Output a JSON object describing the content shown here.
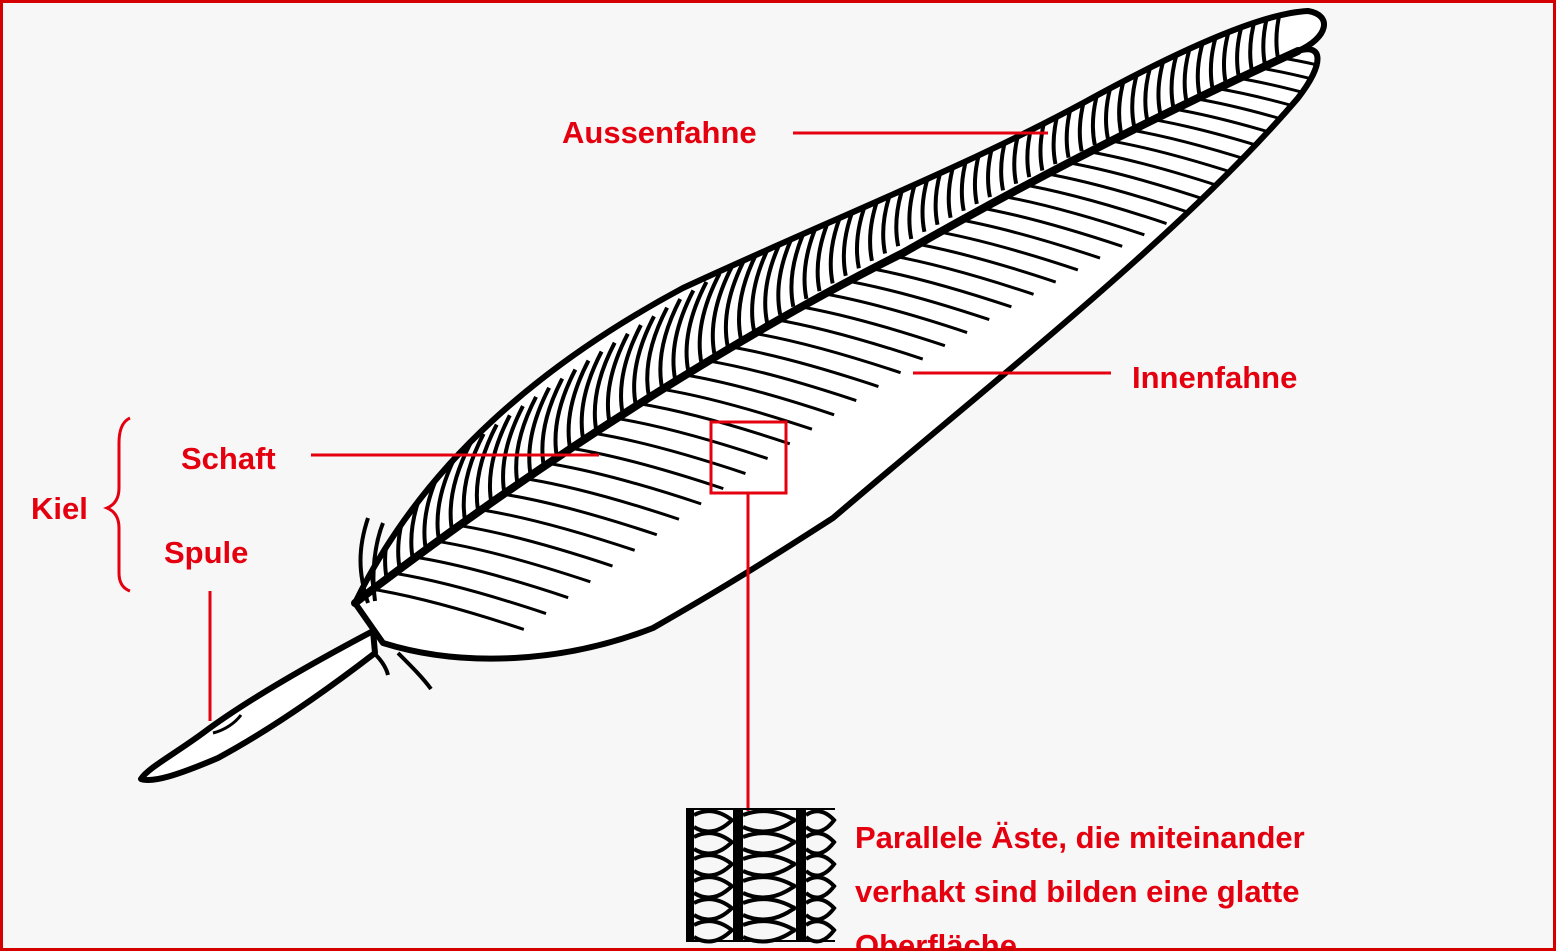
{
  "labels": {
    "outer_vane": "Aussenfahne",
    "inner_vane": "Innenfahne",
    "shaft": "Schaft",
    "keel": "Kiel",
    "quill": "Spule"
  },
  "caption": {
    "line1": "Parallele Äste, die miteinander",
    "line2": "verhakt sind bilden eine glatte",
    "line3": "Oberfläche"
  },
  "colors": {
    "annotation": "#e4000f",
    "border": "#d40000",
    "background": "#f7f7f7",
    "ink": "#000000"
  }
}
